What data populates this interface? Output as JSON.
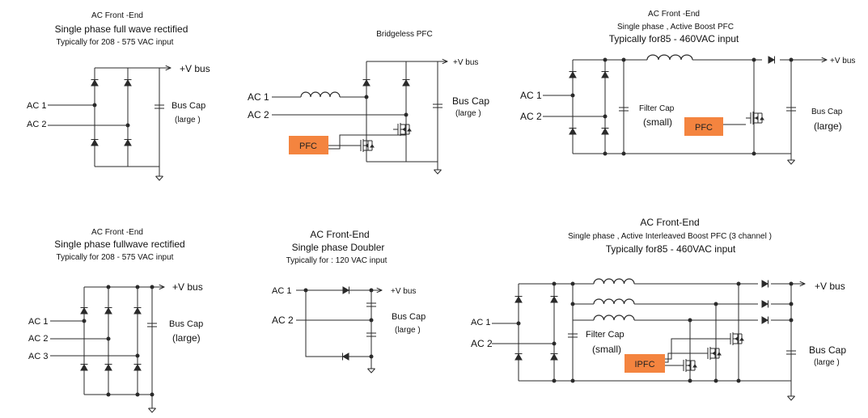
{
  "panels": {
    "tl": {
      "line1": "AC Front  -End",
      "line2": "Single phase full wave rectified",
      "line3": "Typically for   208  - 575 VAC input",
      "ac1": "AC 1",
      "ac2": "AC 2",
      "vbus": "+V bus",
      "cap1": "Bus Cap",
      "cap2": "(large )"
    },
    "tc": {
      "title": "Bridgeless PFC",
      "ac1": "AC 1",
      "ac2": "AC 2",
      "vbus": "+V bus",
      "cap1": "Bus Cap",
      "cap2": "(large )",
      "pfc": "PFC"
    },
    "tr": {
      "line1": "AC Front  -End",
      "line2": "Single phase  ,  Active Boost PFC",
      "line3": "Typically for85 - 460VAC input",
      "ac1": "AC 1",
      "ac2": "AC 2",
      "vbus": "+V bus",
      "fcap1": "Filter Cap",
      "fcap2": "(small)",
      "pfc": "PFC",
      "bcap1": "Bus Cap",
      "bcap2": "(large)"
    },
    "bl": {
      "line1": "AC Front  -End",
      "line2": "Single phase fullwave rectified",
      "line3": "Typically for   208  - 575 VAC input",
      "ac1": "AC 1",
      "ac2": "AC 2",
      "ac3": "AC 3",
      "vbus": "+V bus",
      "cap1": "Bus Cap",
      "cap2": "(large)"
    },
    "bc": {
      "line1": "AC Front-End",
      "line2": "Single phase Doubler",
      "line3": "Typically for  : 120 VAC input",
      "ac1": "AC 1",
      "ac2": "AC 2",
      "vbus": "+V bus",
      "cap1": "Bus Cap",
      "cap2": "(large )"
    },
    "br": {
      "line1": "AC Front-End",
      "line2": "Single phase  ,  Active Interleaved Boost PFC     (3 channel  )",
      "line3": "Typically for85 - 460VAC input",
      "ac1": "AC 1",
      "ac2": "AC 2",
      "vbus": "+V bus",
      "fcap1": "Filter Cap",
      "fcap2": "(small)",
      "ipfc": "IPFC",
      "bcap1": "Bus Cap",
      "bcap2": "(large )"
    }
  },
  "colors": {
    "pfc_box": "#f4843f",
    "wire": "#2a2a2a"
  }
}
